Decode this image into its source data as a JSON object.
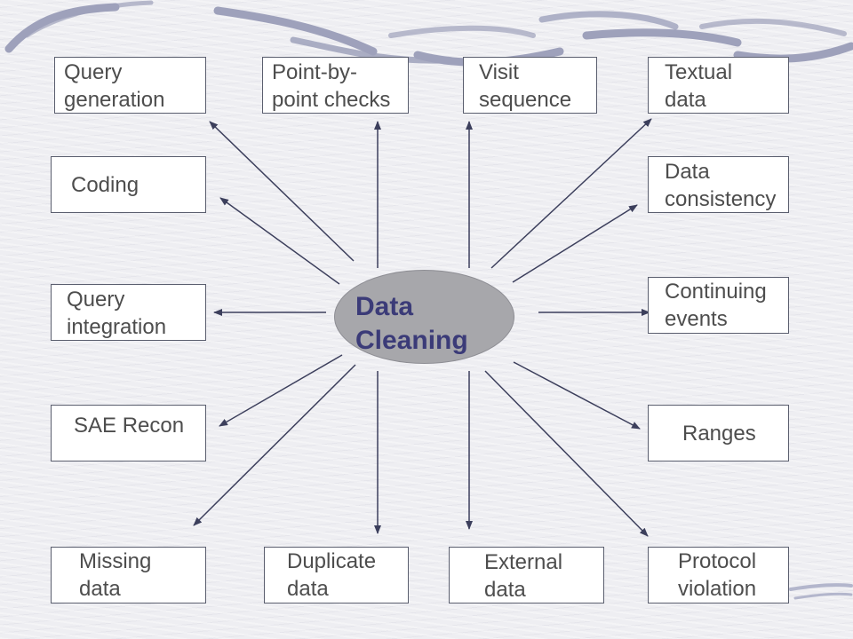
{
  "center": {
    "label": "Data\n Cleaning"
  },
  "boxes": {
    "query_generation": "Query\ngeneration",
    "point_checks": "Point-by-\npoint checks",
    "visit_sequence": "Visit\nsequence",
    "textual_data": "Textual\ndata",
    "coding": "Coding",
    "data_consistency": "Data\nconsistency",
    "query_integration": "Query\nintegration",
    "continuing_events": "Continuing\nevents",
    "sae_recon": "SAE Recon",
    "ranges": "Ranges",
    "missing_data": "Missing\ndata",
    "duplicate_data": "Duplicate\ndata",
    "external_data": "External\ndata",
    "protocol_violation": "Protocol\nviolation"
  },
  "colors": {
    "background": "#eeeef2",
    "box_border": "#5a5e6e",
    "box_text": "#4d4d4d",
    "center_fill": "#a7a7ab",
    "center_text": "#3b3b78",
    "arrow": "#3c3f5c",
    "swoosh": "#9ea1bb"
  }
}
